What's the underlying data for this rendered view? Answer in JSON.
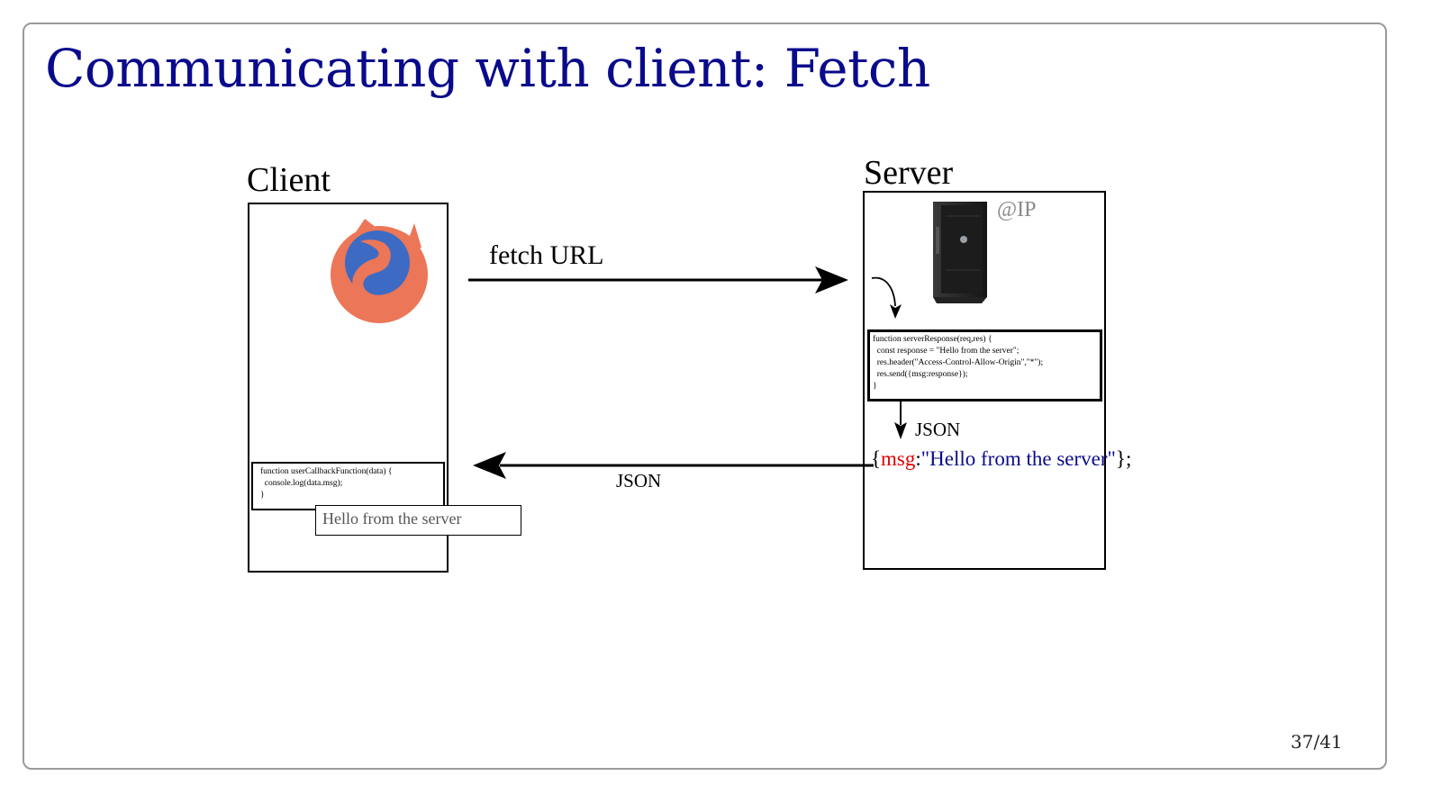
{
  "slide": {
    "title": "Communicating with client: Fetch",
    "page_number": "37/41"
  },
  "diagram": {
    "client": {
      "label": "Client",
      "browser_icon": "firefox-icon",
      "code_lines": [
        "function userCallbackFunction(data) {",
        "  console.log(data.msg);",
        "}"
      ],
      "output_text": "Hello from the server"
    },
    "server": {
      "label": "Server",
      "machine_icon": "server-tower-icon",
      "address": "@IP",
      "code_lines": [
        "function serverResponse(req,res) {",
        "  const response = \"Hello from the server\";",
        "  res.header(\"Access-Control-Allow-Origin\",\"*\");",
        "  res.send({msg:response});",
        "}"
      ],
      "json_label": "JSON",
      "json_value": {
        "open": "{",
        "key": "msg",
        "colon": ":",
        "value": "\"Hello from the server\"",
        "close": "};"
      }
    },
    "request_arrow_label": "fetch URL",
    "response_arrow_label": "JSON"
  },
  "colors": {
    "title": "#0a0a8c",
    "json_key": "#e00000",
    "json_value": "#0a0a8c",
    "address": "#8a8a8a",
    "firefox_orange": "#ec7658",
    "firefox_blue": "#3d6bc4"
  }
}
